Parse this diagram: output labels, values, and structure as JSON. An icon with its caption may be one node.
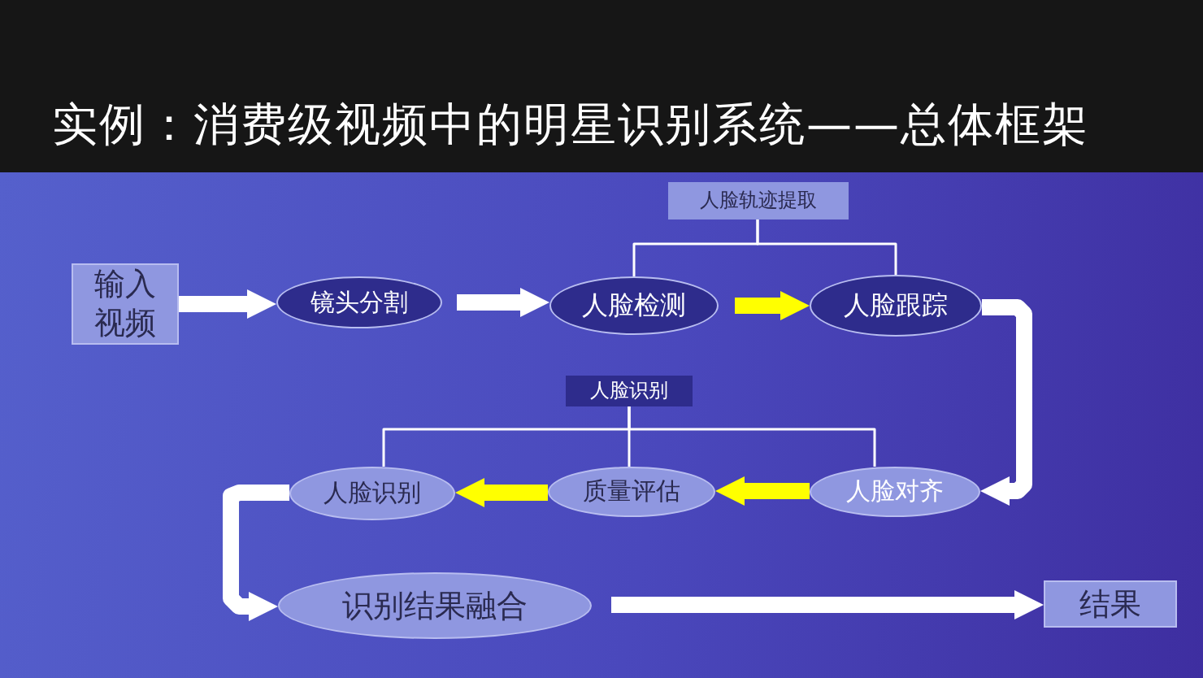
{
  "diagram": {
    "title": "实例：消费级视频中的明星识别系统——总体框架",
    "nodes": [
      {
        "text": [
          "输入视频"
        ]
      },
      {
        "text": [
          "镜头分割"
        ]
      },
      {
        "text": [
          "人脸检测"
        ]
      },
      {
        "text": [
          "人脸跟踪"
        ]
      },
      {
        "text": [
          "人脸轨迹提取"
        ]
      },
      {
        "text": [
          "人脸识别"
        ]
      },
      {
        "text": [
          "人脸对齐"
        ]
      },
      {
        "text": [
          "质量评估"
        ]
      },
      {
        "text": [
          "人脸识别"
        ]
      },
      {
        "text": [
          "识别结果融合"
        ]
      },
      {
        "text": [
          "结果"
        ]
      }
    ],
    "edges": [
      {
        "from": 0,
        "to": 1,
        "arrow": "to"
      },
      {
        "from": 1,
        "to": 2,
        "arrow": "to"
      },
      {
        "from": 2,
        "to": 3,
        "arrow": "to",
        "color": "#ffff00"
      },
      {
        "from": 4,
        "to": 2,
        "arrow": "none"
      },
      {
        "from": 4,
        "to": 3,
        "arrow": "none"
      },
      {
        "from": 3,
        "to": 6,
        "arrow": "to"
      },
      {
        "from": 5,
        "to": 8,
        "arrow": "none"
      },
      {
        "from": 5,
        "to": 7,
        "arrow": "none"
      },
      {
        "from": 5,
        "to": 6,
        "arrow": "none"
      },
      {
        "from": 6,
        "to": 7,
        "arrow": "to",
        "color": "#ffff00"
      },
      {
        "from": 7,
        "to": 8,
        "arrow": "to",
        "color": "#ffff00"
      },
      {
        "from": 8,
        "to": 9,
        "arrow": "to"
      },
      {
        "from": 9,
        "to": 10,
        "arrow": "to"
      }
    ]
  }
}
